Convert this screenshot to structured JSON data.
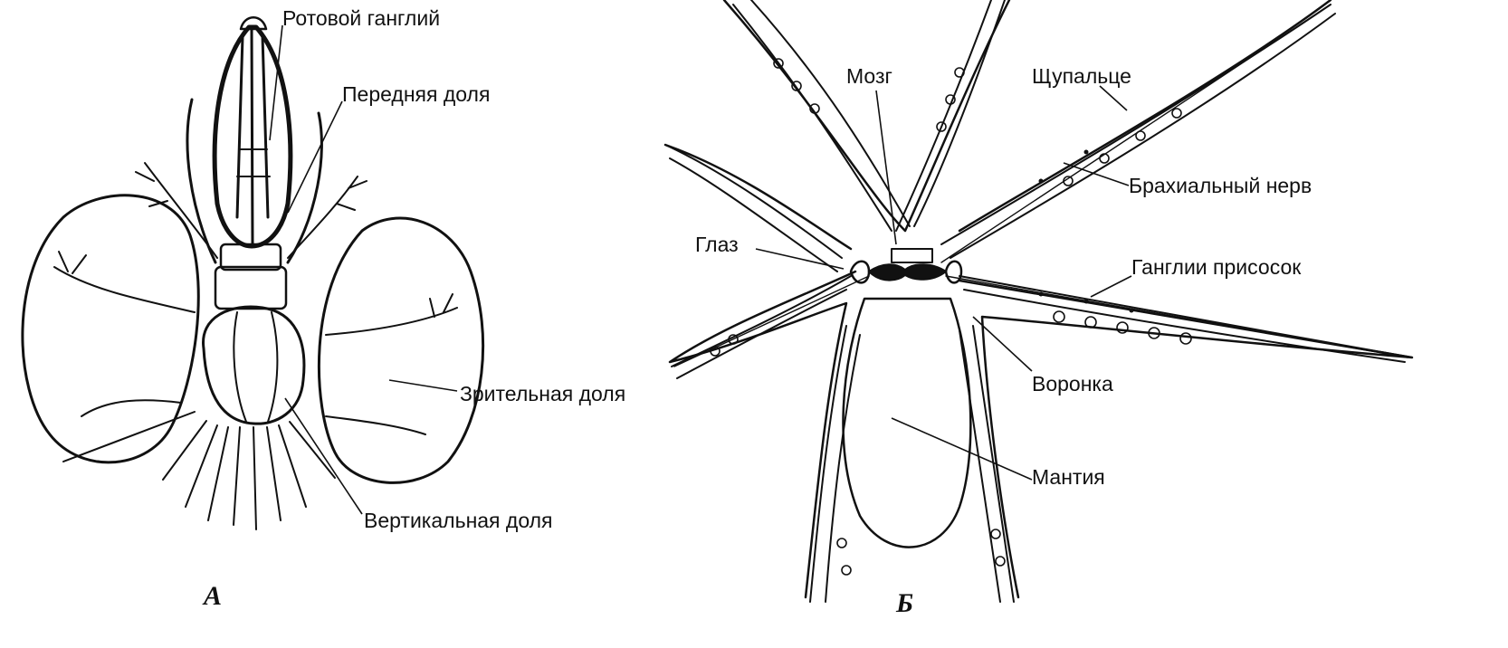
{
  "panels": [
    {
      "letter": "А",
      "labels": {
        "mouth_ganglion": "Ротовой ганглий",
        "anterior_lobe": "Передняя доля",
        "optic_lobe": "Зрительная доля",
        "vertical_lobe": "Вертикальная доля"
      }
    },
    {
      "letter": "Б",
      "labels": {
        "brain": "Мозг",
        "tentacle": "Щупальце",
        "brachial_nerve": "Брахиальный нерв",
        "eye": "Глаз",
        "sucker_ganglia": "Ганглии присосок",
        "funnel": "Воронка",
        "mantle": "Мантия"
      }
    }
  ]
}
